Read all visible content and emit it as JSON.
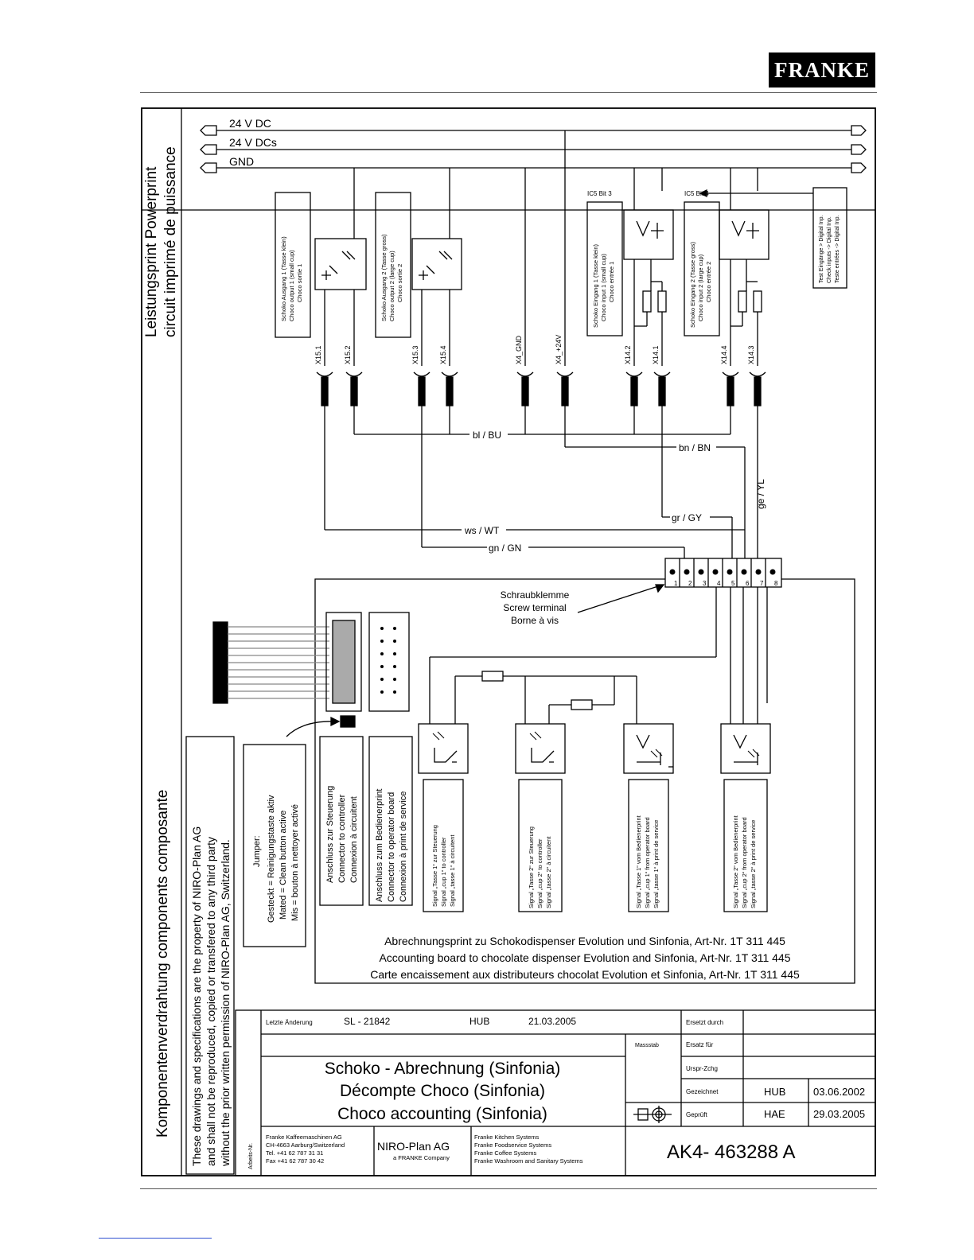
{
  "header": {
    "brand": "FRANKE"
  },
  "sections": {
    "powerprint": [
      "Leistungsprint     Powerprint",
      "circuit imprimé de puissance"
    ],
    "components": [
      "Komponentenverdrahtung                  components                           composante"
    ]
  },
  "bus": {
    "v24": "24 V DC",
    "v24s": "24 V DCs",
    "gnd": "GND"
  },
  "outputs": [
    {
      "lines": [
        "Schoko Ausgang 1 (Tasse klein)",
        "Choco output 1 (small cup)",
        "Choco sortie 1"
      ]
    },
    {
      "lines": [
        "Schoko Ausgang 2 (Tasse gross)",
        "Choco output 2 (large cup)",
        "Choco sortie 2"
      ]
    }
  ],
  "inputs": [
    {
      "ic": "IC5 Bit 3",
      "lines": [
        "Schoko Eingang 1 (Tasse klein)",
        "Choco input 1 (small cup)",
        "Choco entrée 1"
      ]
    },
    {
      "ic": "IC5 Bit 4",
      "lines": [
        "Schoko Eingang 2 (Tasse gross)",
        "Choco input 2 (large cup)",
        "Choco entrée 2"
      ]
    }
  ],
  "test_note": [
    "Test Eingänge > Digital Inp.",
    "Check inputs -> Digital Inp.",
    "Teste entrées -> Digital Inp."
  ],
  "connectors": [
    "X15.1",
    "X15.2",
    "X15.3",
    "X15.4",
    "X4_GND",
    "X4_+24V",
    "X14.2",
    "X14.1",
    "X14.4",
    "X14.3"
  ],
  "wires": {
    "bu": "bl / BU",
    "bn": "bn / BN",
    "ye": "ge / YL",
    "gy": "gr / GY",
    "wt": "ws / WT",
    "gn": "gn / GN"
  },
  "terminal": {
    "numbers": [
      "1",
      "2",
      "3",
      "4",
      "5",
      "6",
      "7",
      "8"
    ],
    "label": [
      "Schraubklemme",
      "Screw terminal",
      "Borne à vis"
    ]
  },
  "jumper": [
    "Jumper:",
    "Gesteckt = Reinigungstaste aktiv",
    "Mated = Clean button active",
    "Mis = bouton à nettoyer activé"
  ],
  "conn_ctrl": [
    "Anschluss zur Steuerung",
    "Connector to controller",
    "Connexion à circuitent"
  ],
  "conn_op": [
    "Anschluss zum Bedienerprint",
    "Connector to operator board",
    "Connexion à print de service"
  ],
  "signals": [
    [
      "Signal „Tasse 1“ zur Steuerung",
      "Signal „cup 1“ to controller",
      "Signal „tasse 1“ à circuitent"
    ],
    [
      "Signal „Tasse 2“ zur Steuerung",
      "Signal „cup 2“ to controller",
      "Signal „tasse 2“ à circuitent"
    ],
    [
      "Signal „Tasse 1“ vom Bedienerprint",
      "Signal „cup 1“ from operator board",
      "Signal „tasse 1“ à print de service"
    ],
    [
      "Signal „Tasse 2“ vom Bedienerprint",
      "Signal „cup 2“ from operator board",
      "Signal „tasse 2“ à print de service"
    ]
  ],
  "board_caption": [
    "Abrechnungsprint zu Schokodispenser Evolution und Sinfonia, Art-Nr. 1T 311 445",
    "Accounting board to chocolate dispenser Evolution and Sinfonia, Art-Nr. 1T 311 445",
    "Carte encaissement aux distributeurs chocolat Evolution et Sinfonia, Art-Nr. 1T 311 445"
  ],
  "copyright": [
    "These drawings and specifications are the property of NIRO-Plan AG",
    "and shall not be reproduced, copied or transfered to any third party",
    "without the prior written permission of  NIRO-Plan AG, Switzerland."
  ],
  "title_block": {
    "last_change_label": "Letzte Änderung",
    "change_no": "SL - 21842",
    "change_by": "HUB",
    "change_date": "21.03.2005",
    "titles": [
      "Schoko - Abrechnung (Sinfonia)",
      "Décompte Choco (Sinfonia)",
      "Choco accounting (Sinfonia)"
    ],
    "scale_label": "Massstab",
    "replaced_by": "Ersetzt durch",
    "replaces": "Ersatz für",
    "orig": "Urspr-Zchg",
    "drawn_label": "Gezeichnet",
    "drawn_by": "HUB",
    "drawn_date": "03.06.2002",
    "checked_label": "Geprüft",
    "checked_by": "HAE",
    "checked_date": "29.03.2005",
    "side_label": "Arbeits-Nr.",
    "company": [
      "Franke Kaffeemaschinen AG",
      "CH-4663 Aarburg/Switzerland",
      "Tel.  +41 62 787 31 31",
      "Fax  +41 62 787 30 42"
    ],
    "niro": "NIRO-Plan AG",
    "niro_sub": "a FRANKE Company",
    "franke_list": [
      "Franke Kitchen Systems",
      "Franke Foodservice Systems",
      "Franke Coffee Systems",
      "Franke Washroom and Sanitary Systems"
    ],
    "drawing_no": "AK4- 463288 A"
  }
}
